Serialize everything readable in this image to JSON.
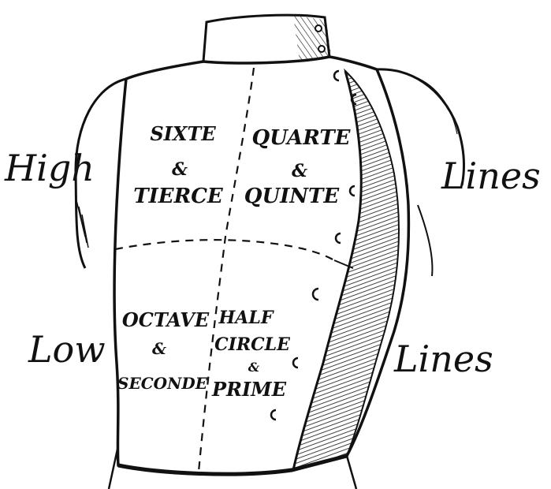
{
  "labels": {
    "high_left": "High",
    "lines_upper_right": "Lines",
    "low_left": "Low",
    "lines_lower_right": "Lines"
  },
  "zones": {
    "upper_left": {
      "line1": "SIXTE",
      "line2": "&",
      "line3": "TIERCE"
    },
    "upper_right": {
      "line1": "QUARTE",
      "line2": "&",
      "line3": "QUINTE"
    },
    "lower_left": {
      "line1": "OCTAVE",
      "line2": "&",
      "line3": "SECONDE"
    },
    "lower_right": {
      "line1": "HALF",
      "line2": "CIRCLE",
      "line3": "&",
      "line4": "PRIME"
    }
  },
  "colors": {
    "ink": "#111111",
    "paper": "#ffffff"
  }
}
